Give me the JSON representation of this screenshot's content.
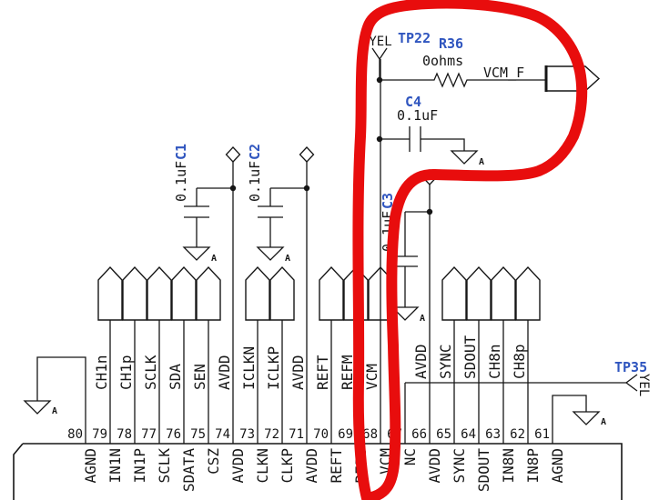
{
  "schematic": {
    "top_net": {
      "tp22_label": "YEL",
      "tp22_ref": "TP22",
      "r36_ref": "R36",
      "r36_value": "0ohms",
      "net_name": "VCM_F"
    },
    "capacitors": {
      "c1": {
        "ref": "C1",
        "value": "0.1uF"
      },
      "c2": {
        "ref": "C2",
        "value": "0.1uF"
      },
      "c3": {
        "ref": "C3",
        "value": "0.1uF"
      },
      "c4": {
        "ref": "C4",
        "value": "0.1uF"
      }
    },
    "tp35": {
      "ref": "TP35",
      "label": "YEL"
    },
    "ground_label": "A",
    "ic": {
      "pins": [
        {
          "num": "80",
          "net": "",
          "name": "AGND",
          "flag": false
        },
        {
          "num": "79",
          "net": "CH1n",
          "name": "IN1N",
          "flag": true
        },
        {
          "num": "78",
          "net": "CH1p",
          "name": "IN1P",
          "flag": true
        },
        {
          "num": "77",
          "net": "SCLK",
          "name": "SCLK",
          "flag": true
        },
        {
          "num": "76",
          "net": "SDA",
          "name": "SDATA",
          "flag": true
        },
        {
          "num": "75",
          "net": "SEN",
          "name": "CSZ",
          "flag": true
        },
        {
          "num": "74",
          "net": "AVDD",
          "name": "AVDD",
          "flag": false
        },
        {
          "num": "73",
          "net": "ICLKN",
          "name": "CLKN",
          "flag": true
        },
        {
          "num": "72",
          "net": "ICLKP",
          "name": "CLKP",
          "flag": true
        },
        {
          "num": "71",
          "net": "AVDD",
          "name": "AVDD",
          "flag": false
        },
        {
          "num": "70",
          "net": "REFT",
          "name": "REFT",
          "flag": true
        },
        {
          "num": "69",
          "net": "REFM",
          "name": "REFB",
          "flag": true
        },
        {
          "num": "68",
          "net": "VCM",
          "name": "VCM",
          "flag": true
        },
        {
          "num": "67",
          "net": "",
          "name": "NC",
          "flag": false
        },
        {
          "num": "66",
          "net": "AVDD",
          "name": "AVDD",
          "flag": false
        },
        {
          "num": "65",
          "net": "SYNC",
          "name": "SYNC",
          "flag": true
        },
        {
          "num": "64",
          "net": "SDOUT",
          "name": "SDOUT",
          "flag": true
        },
        {
          "num": "63",
          "net": "CH8n",
          "name": "IN8N",
          "flag": true
        },
        {
          "num": "62",
          "net": "CH8p",
          "name": "IN8P",
          "flag": true
        },
        {
          "num": "61",
          "net": "",
          "name": "AGND",
          "flag": false
        }
      ]
    },
    "annotation": {
      "type": "freehand-loop",
      "color": "#e80d0d"
    }
  }
}
